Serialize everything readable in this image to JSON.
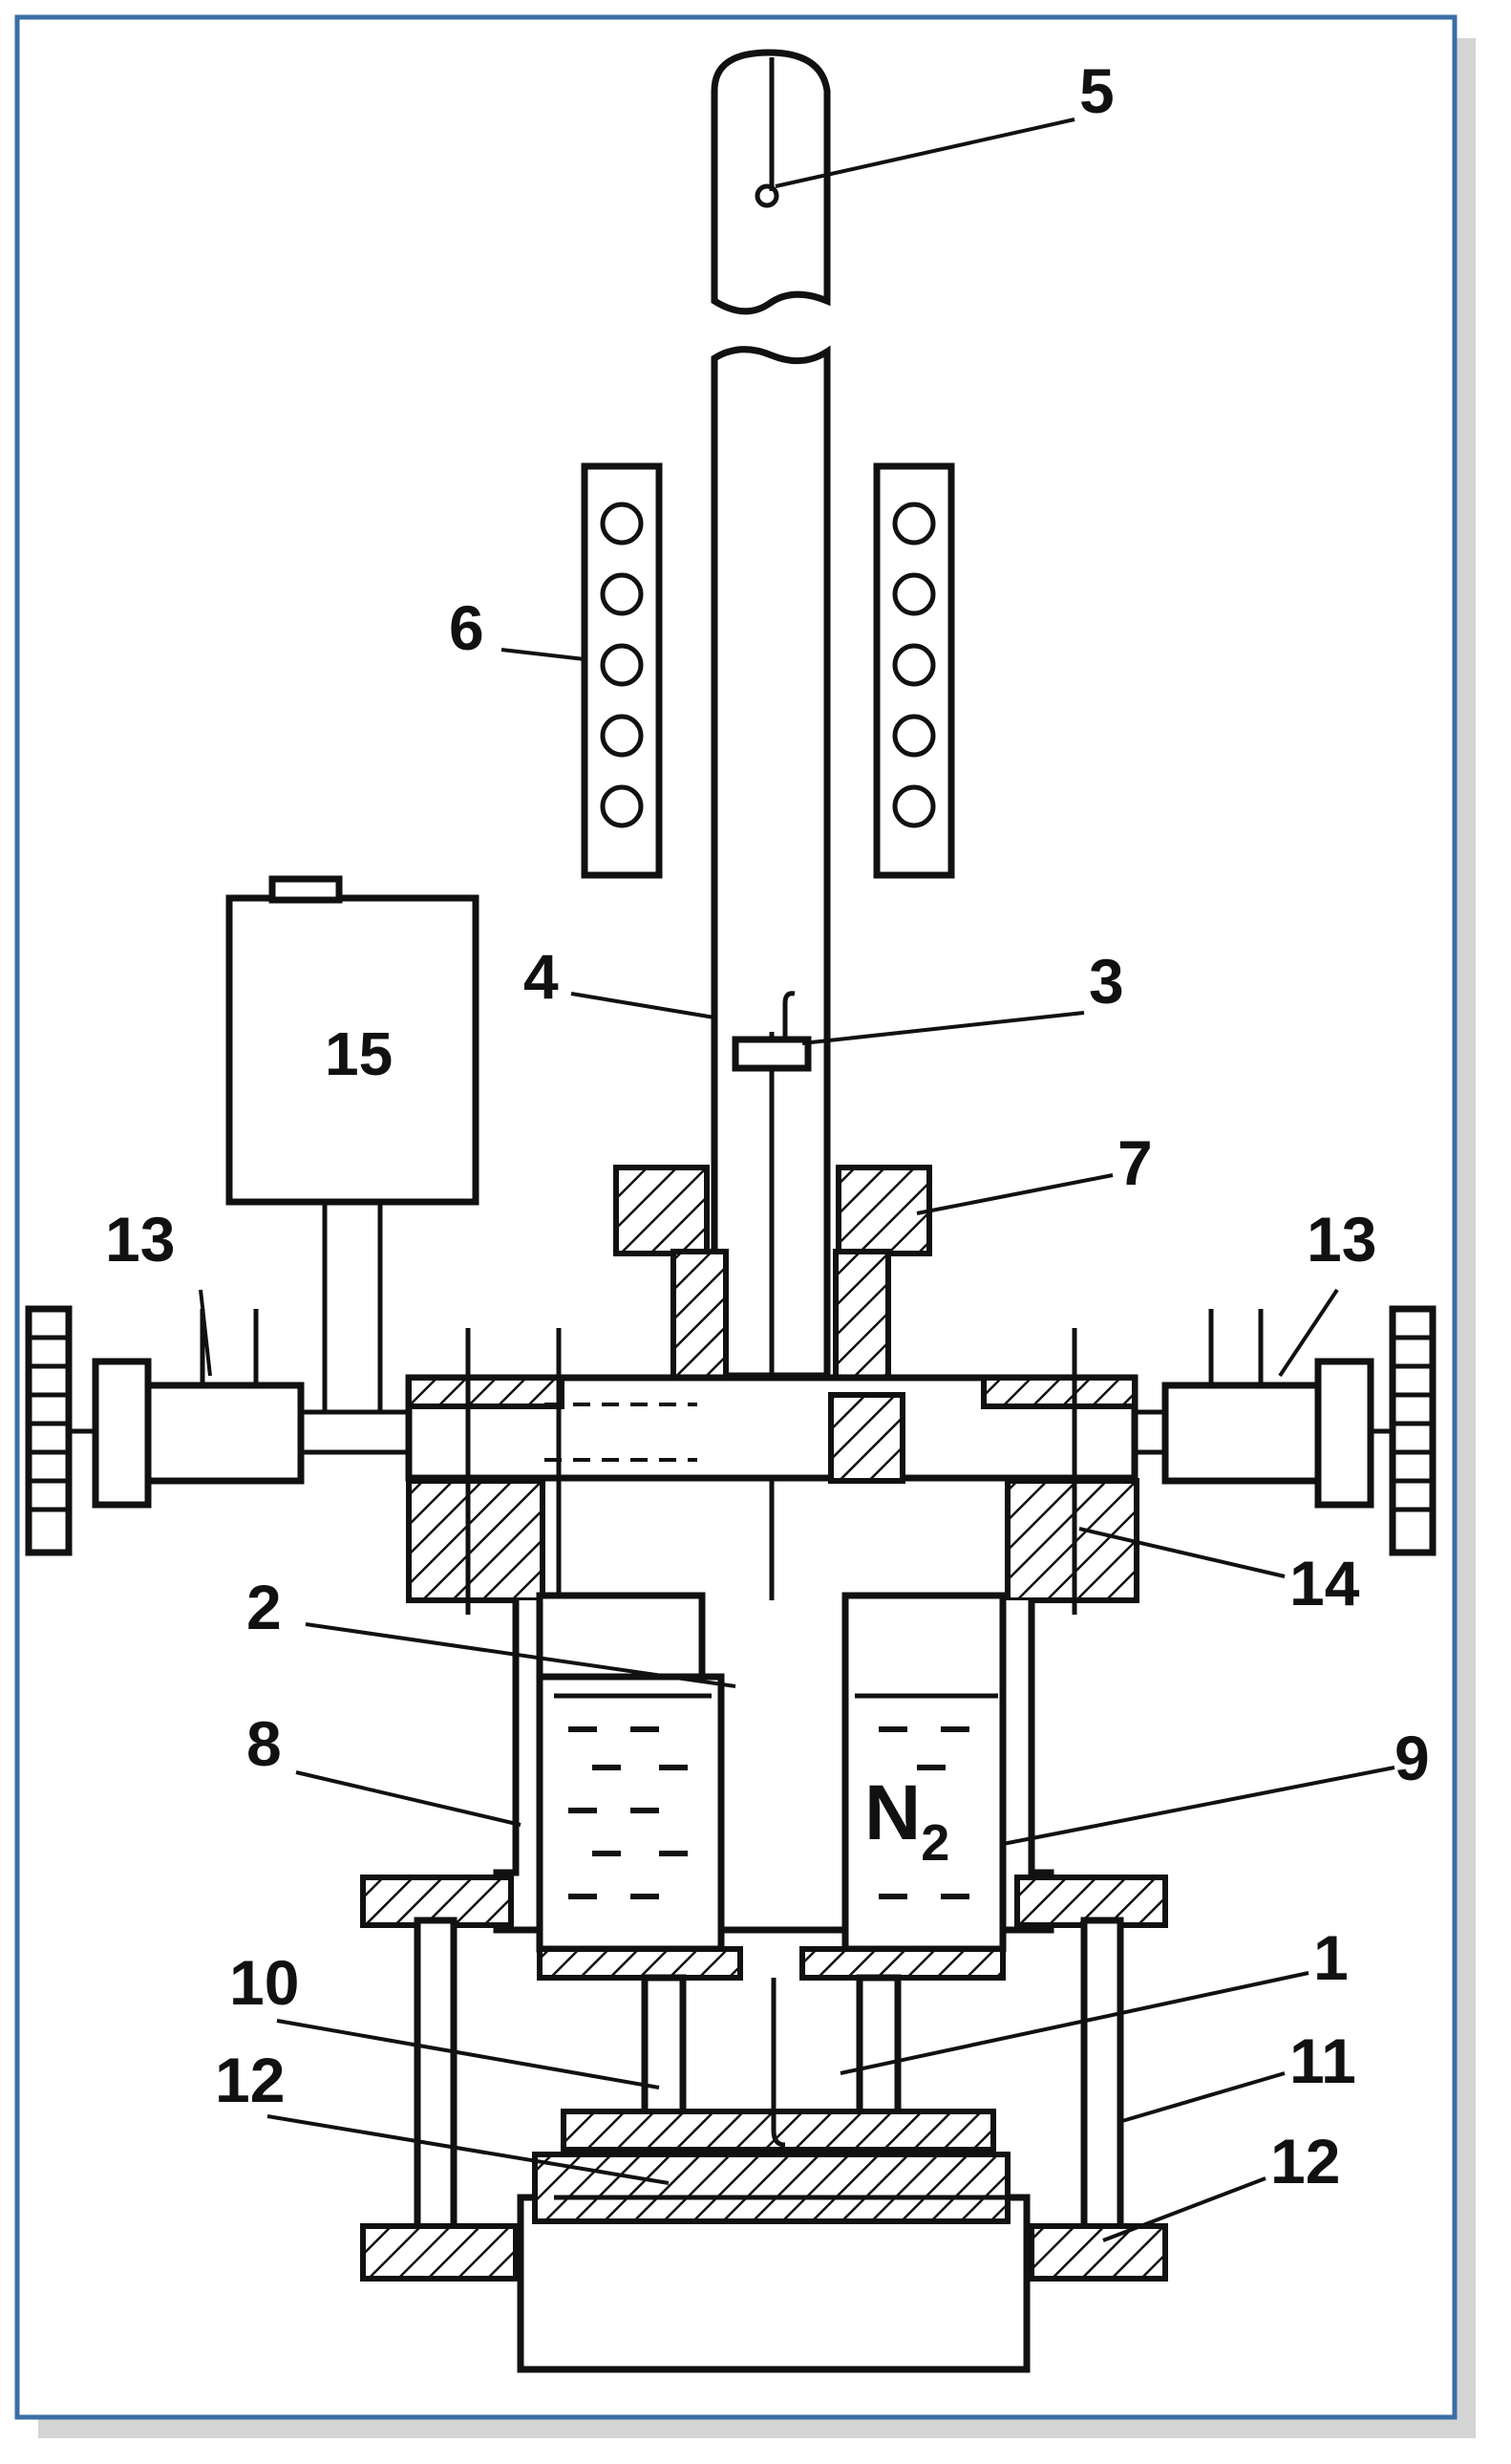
{
  "diagram": {
    "colors": {
      "line": "#111111",
      "frame": "#3a6ea5",
      "shadow": "#b0b0b0",
      "background": "#ffffff"
    },
    "labels": [
      {
        "id": "1",
        "text": "1"
      },
      {
        "id": "2",
        "text": "2"
      },
      {
        "id": "3",
        "text": "3"
      },
      {
        "id": "4",
        "text": "4"
      },
      {
        "id": "5",
        "text": "5"
      },
      {
        "id": "6",
        "text": "6"
      },
      {
        "id": "7",
        "text": "7"
      },
      {
        "id": "8",
        "text": "8"
      },
      {
        "id": "9",
        "text": "9"
      },
      {
        "id": "10",
        "text": "10"
      },
      {
        "id": "11",
        "text": "11"
      },
      {
        "id": "12a",
        "text": "12"
      },
      {
        "id": "12b",
        "text": "12"
      },
      {
        "id": "13a",
        "text": "13"
      },
      {
        "id": "13b",
        "text": "13"
      },
      {
        "id": "14",
        "text": "14"
      },
      {
        "id": "15",
        "text": "15"
      }
    ],
    "nitrogen_label": "N",
    "nitrogen_subscript": "2"
  }
}
